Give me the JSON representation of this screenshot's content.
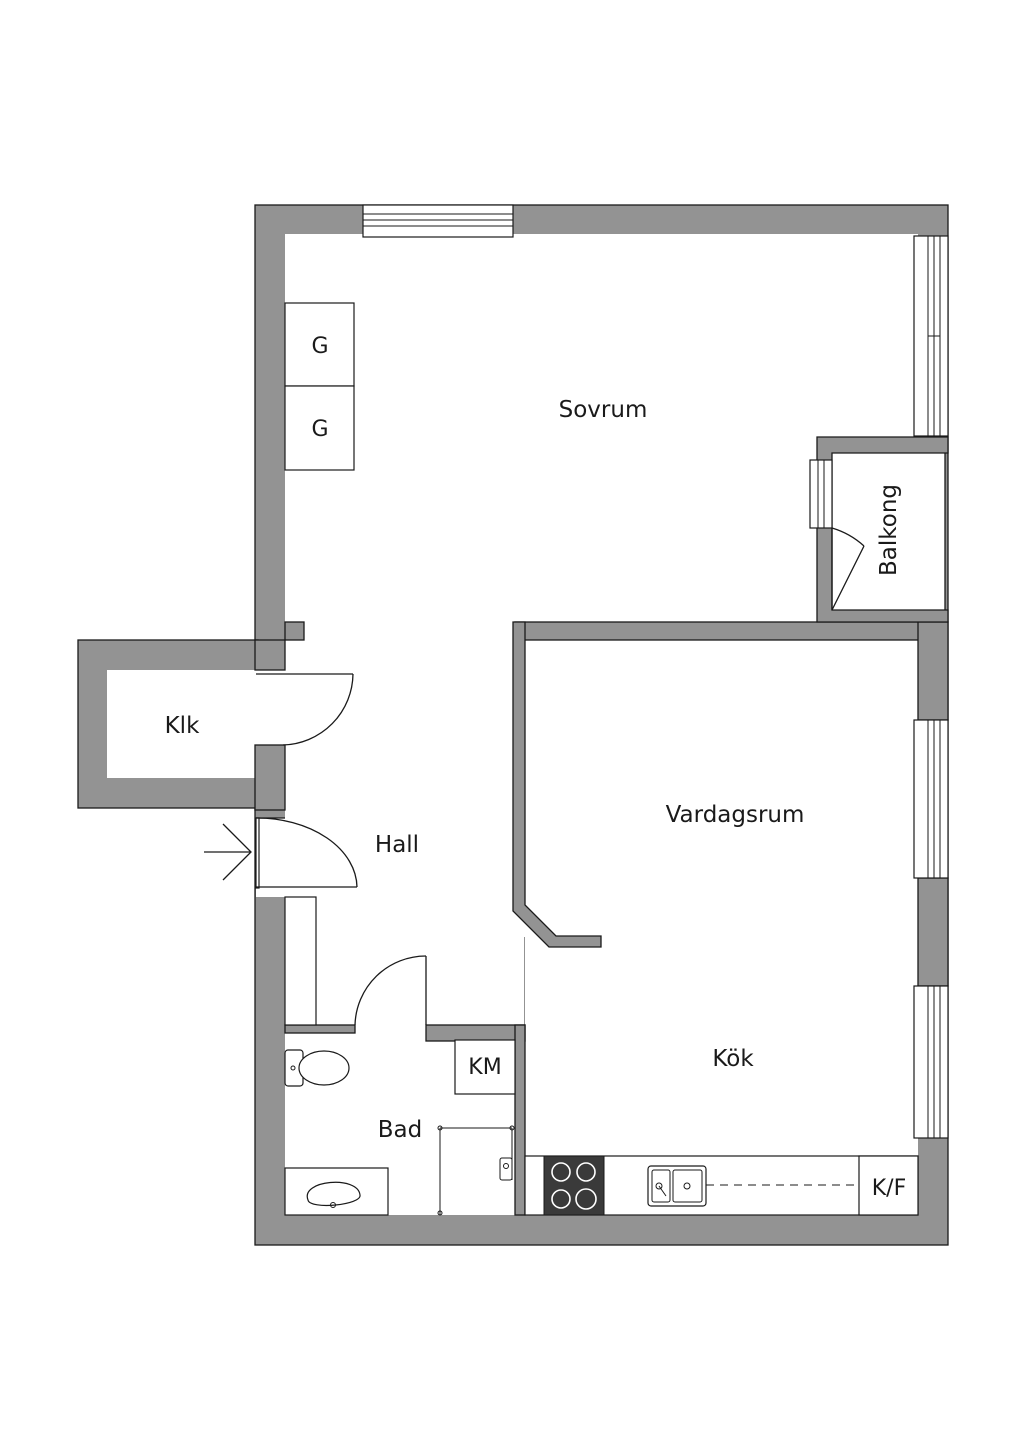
{
  "floorplan": {
    "rooms": {
      "sovrum": "Sovrum",
      "balkong": "Balkong",
      "klk": "Klk",
      "hall": "Hall",
      "vardagsrum": "Vardagsrum",
      "kok": "Kök",
      "bad": "Bad"
    },
    "fixtures": {
      "wardrobe_1": "G",
      "wardrobe_2": "G",
      "washing_machine": "KM",
      "fridge_freezer": "K/F"
    },
    "icons": {
      "entrance": "entrance-arrow-icon",
      "stove": "stove-icon",
      "sink": "sink-icon",
      "toilet": "toilet-icon",
      "washbasin": "washbasin-icon"
    },
    "colors": {
      "wall": "#939393",
      "line": "#1a1a1a",
      "floor": "#ffffff",
      "stove": "#3a3a3a"
    }
  }
}
